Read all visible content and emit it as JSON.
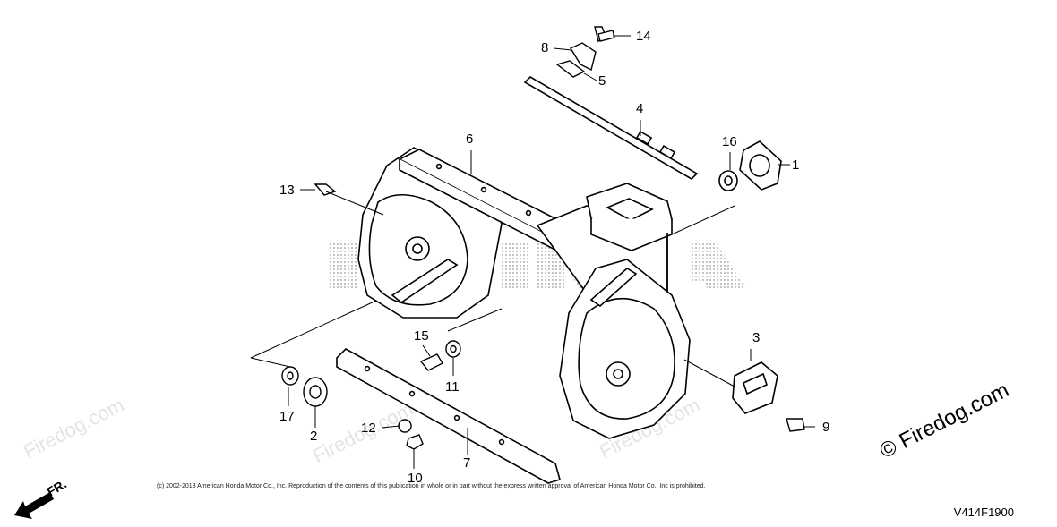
{
  "callouts": [
    {
      "num": "1"
    },
    {
      "num": "2"
    },
    {
      "num": "3"
    },
    {
      "num": "4"
    },
    {
      "num": "5"
    },
    {
      "num": "6"
    },
    {
      "num": "7"
    },
    {
      "num": "8"
    },
    {
      "num": "9"
    },
    {
      "num": "10"
    },
    {
      "num": "11"
    },
    {
      "num": "12"
    },
    {
      "num": "13"
    },
    {
      "num": "14"
    },
    {
      "num": "15"
    },
    {
      "num": "16"
    },
    {
      "num": "17"
    }
  ],
  "watermark": {
    "text": "Firedog.com",
    "strong_text": "© Firedog.com",
    "brand_text": "HONDA"
  },
  "copyright": "(c) 2002-2013 American Honda Motor Co., Inc. Reproduction of the contents of this publication in whole or in part without the express written approval of American Honda Motor Co., Inc is prohibited.",
  "diagram_code": "V414F1900",
  "direction_label": "FR."
}
